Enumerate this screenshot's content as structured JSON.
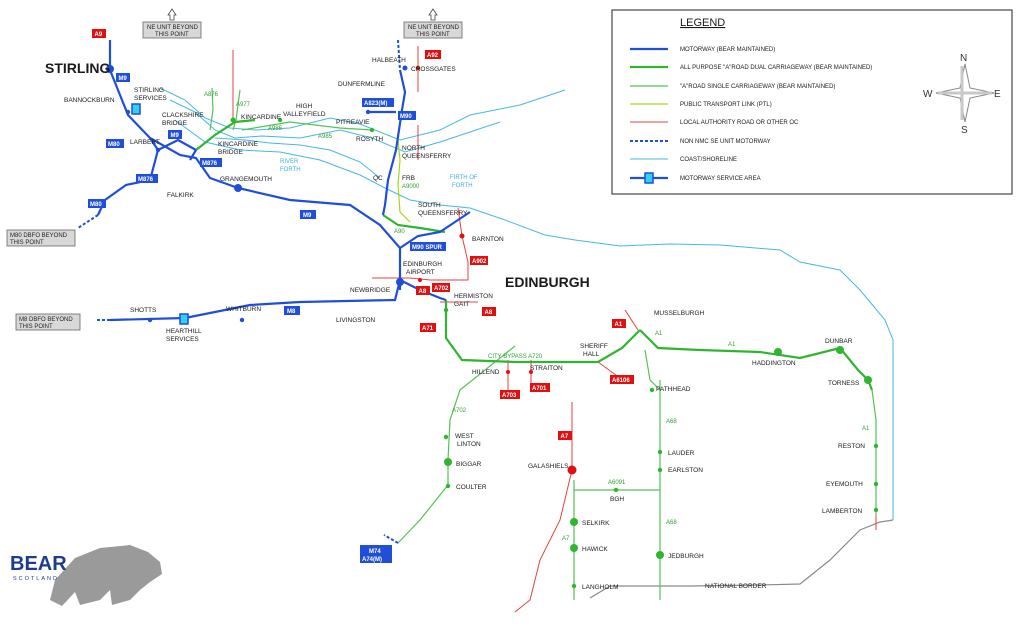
{
  "colors": {
    "motorway": "#1f4fd8",
    "dual": "#2fb52f",
    "single": "#55c255",
    "ptl": "#a8d51a",
    "local": "#e84040",
    "coast": "#45b8e6",
    "border": "#8a8a8a",
    "shield_red": "#e01010",
    "shield_blue": "#1f4fd8"
  },
  "legend": {
    "title": "LEGEND",
    "items": [
      "MOTORWAY (BEAR MAINTAINED)",
      "ALL PURPOSE \"A\"ROAD DUAL CARRIAGEWAY (BEAR MAINTAINED)",
      "\"A\"ROAD SINGLE CARRIAGEWAY (BEAR MAINTAINED)",
      "PUBLIC TRANSPORT LINK  (PTL)",
      "LOCAL AUTHORITY ROAD OR OTHER OC",
      "NON NMC SE UNIT MOTORWAY",
      "COAST/SHORELINE",
      "MOTORWAY SERVICE AREA"
    ]
  },
  "compass": {
    "n": "N",
    "s": "S",
    "e": "E",
    "w": "W"
  },
  "notes": {
    "ne1": [
      "NE UNIT BEYOND",
      "THIS POINT"
    ],
    "ne2": [
      "NE UNIT BEYOND",
      "THIS POINT"
    ],
    "m80": [
      "M80 DBFO BEYOND",
      "THIS POINT"
    ],
    "m8": [
      "M8 DBFO BEYOND",
      "THIS POINT"
    ]
  },
  "cities": {
    "stirling": "STIRLING",
    "edinburgh": "EDINBURGH"
  },
  "places": {
    "bannockburn": "BANNOCKBURN",
    "stirling_services": [
      "STIRLING",
      "SERVICES"
    ],
    "larbert": "LARBERT",
    "clackshire": [
      "CLACKSHIRE",
      "BRIDGE"
    ],
    "falkirk": "FALKIRK",
    "kincardine": "KINCARDINE",
    "kincardine_bridge": [
      "KINCARDINE",
      "BRIDGE"
    ],
    "high_valleyfield": [
      "HIGH",
      "VALLEYFIELD"
    ],
    "grangemouth": "GRANGEMOUTH",
    "halbeath": "HALBEATH",
    "crossgates": "CROSSGATES",
    "dunfermline": "DUNFERMLINE",
    "pitreavie": "PITREAVIE",
    "rosyth": "ROSYTH",
    "north_queensferry": [
      "NORTH",
      "QUEENSFERRY"
    ],
    "qc": "QC",
    "frb": "FRB",
    "south_queensferry": [
      "SOUTH",
      "QUEENSFERRY"
    ],
    "barnton": "BARNTON",
    "edinburgh_airport": [
      "EDINBURGH",
      "AIRPORT"
    ],
    "newbridge": "NEWBRIDGE",
    "hermiston": [
      "HERMISTON",
      "GAIT"
    ],
    "livingston": "LIVINGSTON",
    "shotts": "SHOTTS",
    "hearthill": [
      "HEARTHILL",
      "SERVICES"
    ],
    "whitburn": "WHITBURN",
    "musselburgh": "MUSSELBURGH",
    "sheriff_hall": [
      "SHERIFF",
      "HALL"
    ],
    "hillend": "HILLEND",
    "straiton": "STRAITON",
    "pathhead": "PATHHEAD",
    "haddington": "HADDINGTON",
    "dunbar": "DUNBAR",
    "torness": "TORNESS",
    "reston": "RESTON",
    "eyemouth": "EYEMOUTH",
    "lamberton": "LAMBERTON",
    "west_linton": [
      "WEST",
      "LINTON"
    ],
    "biggar": "BIGGAR",
    "coulter": "COULTER",
    "galashiels": "GALASHIELS",
    "lauder": "LAUDER",
    "earlston": "EARLSTON",
    "bgh": "BGH",
    "selkirk": "SELKIRK",
    "hawick": "HAWICK",
    "jedburgh": "JEDBURGH",
    "langholm": "LANGHOLM",
    "national_border": "NATIONAL BORDER"
  },
  "waters": {
    "river_forth": [
      "RIVER",
      "FORTH"
    ],
    "firth_of_forth": [
      "FIRTH OF",
      "FORTH"
    ]
  },
  "road_labels": {
    "a876": "A876",
    "a977": "A977",
    "a985a": "A985",
    "a985b": "A985",
    "a9000": "A9000",
    "a90": "A90",
    "a702a": "A702",
    "city_bypass": "CITY BYPASS A720",
    "a1a": "A1",
    "a1b": "A1",
    "a1c": "A1",
    "a68a": "A68",
    "a68b": "A68",
    "a6091": "A6091",
    "a7": "A7"
  },
  "shields": {
    "a9": "A9",
    "a92": "A92",
    "m9a": "M9",
    "m9b": "M9",
    "m80a": "M80",
    "m80b": "M80",
    "m876a": "M876",
    "m876b": "M876",
    "m823": "A823(M)",
    "m90": "M90",
    "m9c": "M9",
    "m9spur": "M90 SPUR",
    "a902": "A902",
    "a8a": "A8",
    "a702b": "A702",
    "a8b": "A8",
    "a71": "A71",
    "m8": "M8",
    "a1": "A1",
    "a703": "A703",
    "a701": "A701",
    "a6106": "A6106",
    "a7s": "A7",
    "m74": [
      "M74",
      "A74(M)"
    ]
  },
  "logo": {
    "text": "BEAR",
    "sub": "SCOTLAND"
  }
}
